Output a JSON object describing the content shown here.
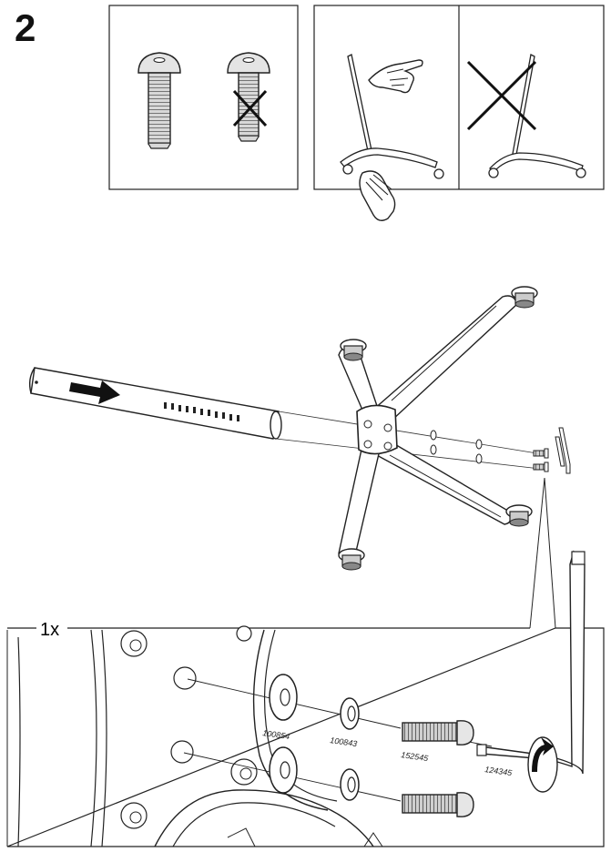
{
  "step": {
    "number": "2"
  },
  "detail": {
    "quantity": "1x"
  },
  "parts": [
    {
      "id": "100854"
    },
    {
      "id": "100843"
    },
    {
      "id": "152545"
    },
    {
      "id": "124345"
    }
  ],
  "colors": {
    "line": "#222222",
    "fill_light": "#e6e6e6",
    "fill_mid": "#bdbdbd",
    "fill_dark": "#555555"
  }
}
